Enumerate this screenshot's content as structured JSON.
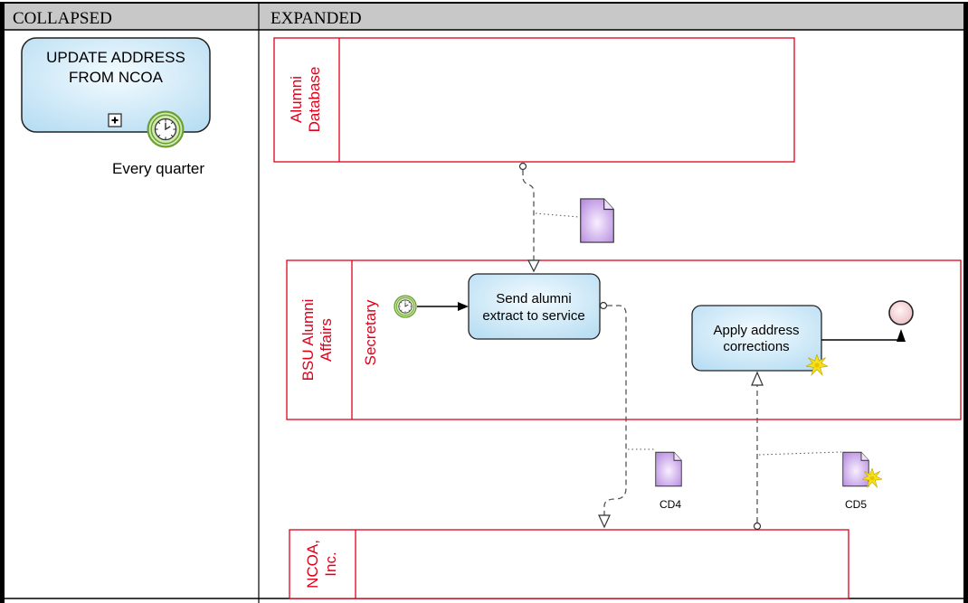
{
  "table": {
    "headers": [
      "COLLAPSED",
      "EXPANDED"
    ]
  },
  "collapsed": {
    "subprocess_label": [
      "UPDATE ADDRESS",
      "FROM NCOA"
    ],
    "timer_label": "Every quarter",
    "icons": [
      "plus-marker-icon",
      "timer-icon"
    ]
  },
  "expanded": {
    "pools": {
      "alumni_database": [
        "Alumni",
        "Database"
      ],
      "bsu_alumni_affairs": [
        "BSU Alumni",
        "Affairs"
      ],
      "ncoa": [
        "NCOA,",
        "Inc."
      ]
    },
    "lanes": {
      "secretary": "Secretary"
    },
    "tasks": {
      "send_extract": [
        "Send alumni",
        "extract to service"
      ],
      "apply_corrections": [
        "Apply address",
        "corrections"
      ]
    },
    "artifacts": {
      "cd4": "CD4",
      "cd5": "CD5"
    },
    "icons": [
      "timer-start-event-icon",
      "end-event-icon",
      "data-object-icon",
      "error-starburst-icon"
    ]
  },
  "colors": {
    "header_bg": "#c8c8c8",
    "pool_border": "#e0001a",
    "task_fill": "#d4ecf8",
    "timer_ring": "#7ac043",
    "data_object_fill": "#d6b3ee",
    "end_event_fill": "#f6d3d6",
    "starburst": "#f4e21a"
  }
}
